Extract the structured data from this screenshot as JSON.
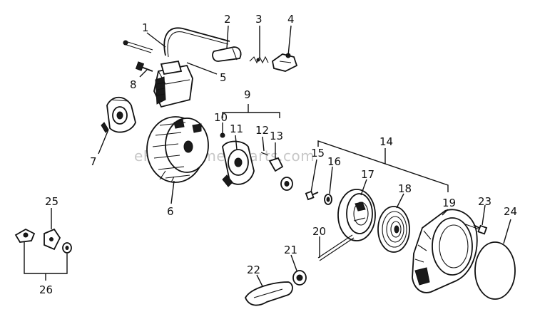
{
  "watermark": "eReplacementParts.com",
  "labels": [
    {
      "id": "1",
      "text": "1"
    },
    {
      "id": "2",
      "text": "2"
    },
    {
      "id": "3",
      "text": "3"
    },
    {
      "id": "4",
      "text": "4"
    },
    {
      "id": "5",
      "text": "5"
    },
    {
      "id": "6",
      "text": "6"
    },
    {
      "id": "7",
      "text": "7"
    },
    {
      "id": "8",
      "text": "8"
    },
    {
      "id": "9",
      "text": "9"
    },
    {
      "id": "10",
      "text": "10"
    },
    {
      "id": "11",
      "text": "11"
    },
    {
      "id": "12",
      "text": "12"
    },
    {
      "id": "13",
      "text": "13"
    },
    {
      "id": "14",
      "text": "14"
    },
    {
      "id": "15",
      "text": "15"
    },
    {
      "id": "16",
      "text": "16"
    },
    {
      "id": "17",
      "text": "17"
    },
    {
      "id": "18",
      "text": "18"
    },
    {
      "id": "19",
      "text": "19"
    },
    {
      "id": "20",
      "text": "20"
    },
    {
      "id": "21",
      "text": "21"
    },
    {
      "id": "22",
      "text": "22"
    },
    {
      "id": "23",
      "text": "23"
    },
    {
      "id": "24",
      "text": "24"
    },
    {
      "id": "25",
      "text": "25"
    },
    {
      "id": "26",
      "text": "26"
    }
  ]
}
